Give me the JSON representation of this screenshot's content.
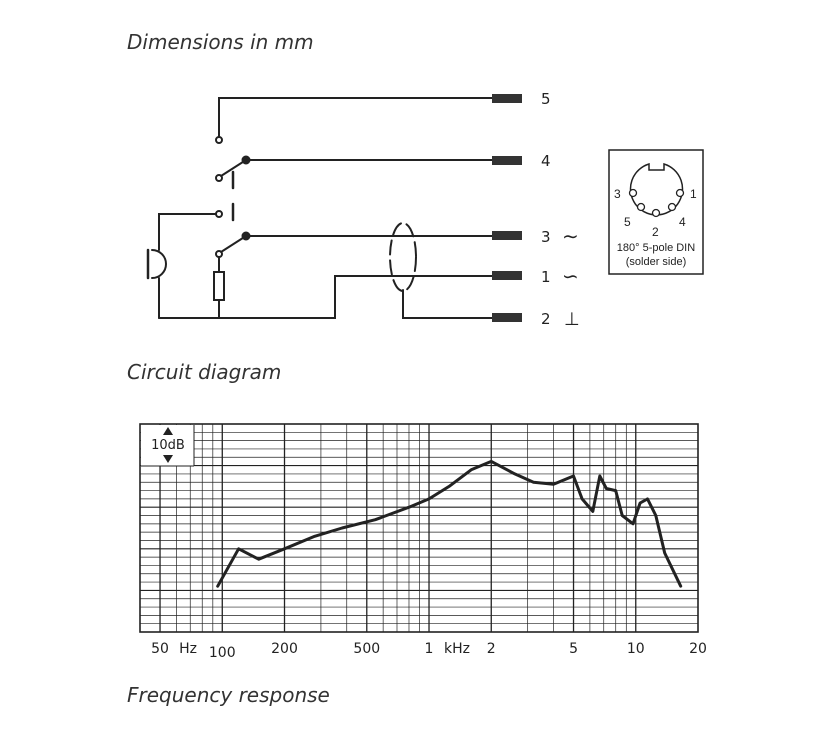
{
  "headings": {
    "dimensions": "Dimensions in mm",
    "circuit": "Circuit diagram",
    "frequency": "Frequency response"
  },
  "circuit": {
    "pins": [
      {
        "label": "5",
        "symbol": ""
      },
      {
        "label": "4",
        "symbol": ""
      },
      {
        "label": "3",
        "symbol": "∼"
      },
      {
        "label": "1",
        "symbol": "∽"
      },
      {
        "label": "2",
        "symbol": "⊥"
      }
    ],
    "connector": {
      "numbers": [
        "3",
        "1",
        "5",
        "4",
        "2"
      ],
      "caption_line1": "180° 5-pole DIN",
      "caption_line2": "(solder side)"
    }
  },
  "chart_data": {
    "type": "line",
    "x_scale": "log",
    "xlim": [
      40,
      20000
    ],
    "ylim": [
      0,
      100
    ],
    "scale_label": "10dB",
    "x_tick_labels": [
      {
        "value": 50,
        "text": "50"
      },
      {
        "value": 100,
        "text": "100"
      },
      {
        "value": 200,
        "text": "200"
      },
      {
        "value": 500,
        "text": "500"
      },
      {
        "value": 1000,
        "text": "1"
      },
      {
        "value": 2000,
        "text": "2"
      },
      {
        "value": 5000,
        "text": "5"
      },
      {
        "value": 10000,
        "text": "10"
      },
      {
        "value": 20000,
        "text": "20"
      }
    ],
    "unit_labels": [
      {
        "after_value": 50,
        "text": "Hz"
      },
      {
        "after_value": 1000,
        "text": "kHz"
      }
    ],
    "x": [
      95,
      120,
      150,
      200,
      280,
      380,
      550,
      800,
      1000,
      1250,
      1600,
      2000,
      2600,
      3200,
      4000,
      5000,
      5500,
      6200,
      6700,
      7200,
      8000,
      8600,
      9700,
      10500,
      11400,
      12500,
      13800,
      16500
    ],
    "y": [
      22,
      40,
      35,
      40,
      46,
      50,
      54,
      60,
      64,
      70,
      78,
      82,
      76,
      72,
      71,
      75,
      64,
      58,
      75,
      69,
      68,
      56,
      52,
      62,
      64,
      56,
      38,
      22
    ],
    "grid": true
  }
}
